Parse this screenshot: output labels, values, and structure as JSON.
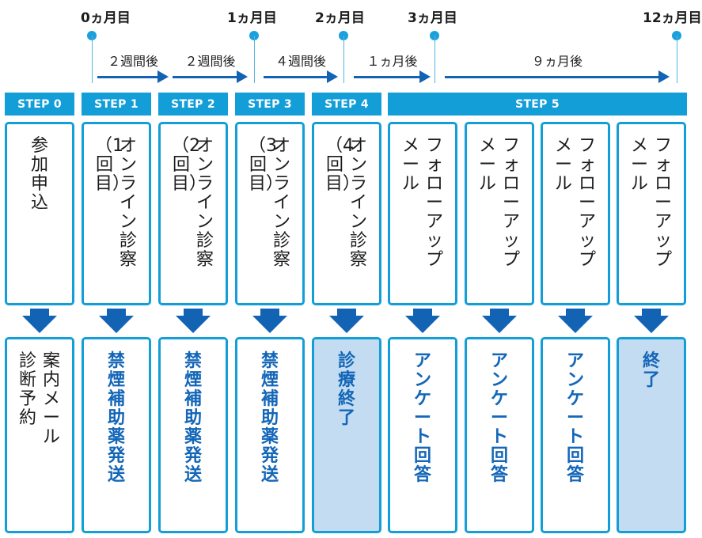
{
  "timeline": {
    "months": [
      "0ヵ月目",
      "1ヵ月目",
      "2ヵ月目",
      "3ヵ月目",
      "12ヵ月目"
    ],
    "intervals": [
      "２週間後",
      "２週間後",
      "４週間後",
      "１ヵ月後",
      "９ヵ月後"
    ]
  },
  "steps": [
    "STEP 0",
    "STEP 1",
    "STEP 2",
    "STEP 3",
    "STEP 4",
    "STEP 5"
  ],
  "upper_boxes": [
    [
      "参加申込"
    ],
    [
      "オンライン診察",
      "（1回目）"
    ],
    [
      "オンライン診察",
      "（2回目）"
    ],
    [
      "オンライン診察",
      "（3回目）"
    ],
    [
      "オンライン診察",
      "（4回目）"
    ],
    [
      "フォローアップ",
      "メール"
    ],
    [
      "フォローアップ",
      "メール"
    ],
    [
      "フォローアップ",
      "メール"
    ],
    [
      "フォローアップ",
      "メール"
    ]
  ],
  "lower_boxes": [
    {
      "lines": [
        "案内メール",
        "診断予約"
      ],
      "shaded": false,
      "style": "dark"
    },
    {
      "lines": [
        "禁煙補助薬 発送"
      ],
      "shaded": false,
      "style": "blue"
    },
    {
      "lines": [
        "禁煙補助薬 発送"
      ],
      "shaded": false,
      "style": "blue"
    },
    {
      "lines": [
        "禁煙補助薬 発送"
      ],
      "shaded": false,
      "style": "blue"
    },
    {
      "lines": [
        "診療終了"
      ],
      "shaded": true,
      "style": "blue"
    },
    {
      "lines": [
        "アンケート回答"
      ],
      "shaded": false,
      "style": "blue"
    },
    {
      "lines": [
        "アンケート回答"
      ],
      "shaded": false,
      "style": "blue"
    },
    {
      "lines": [
        "アンケート回答"
      ],
      "shaded": false,
      "style": "blue"
    },
    {
      "lines": [
        "終 了"
      ],
      "shaded": true,
      "style": "blue"
    }
  ],
  "colors": {
    "accent": "#139ed8",
    "arrow": "#1363b4",
    "shade": "#c3dcf1",
    "text_blue": "#1366b8"
  }
}
